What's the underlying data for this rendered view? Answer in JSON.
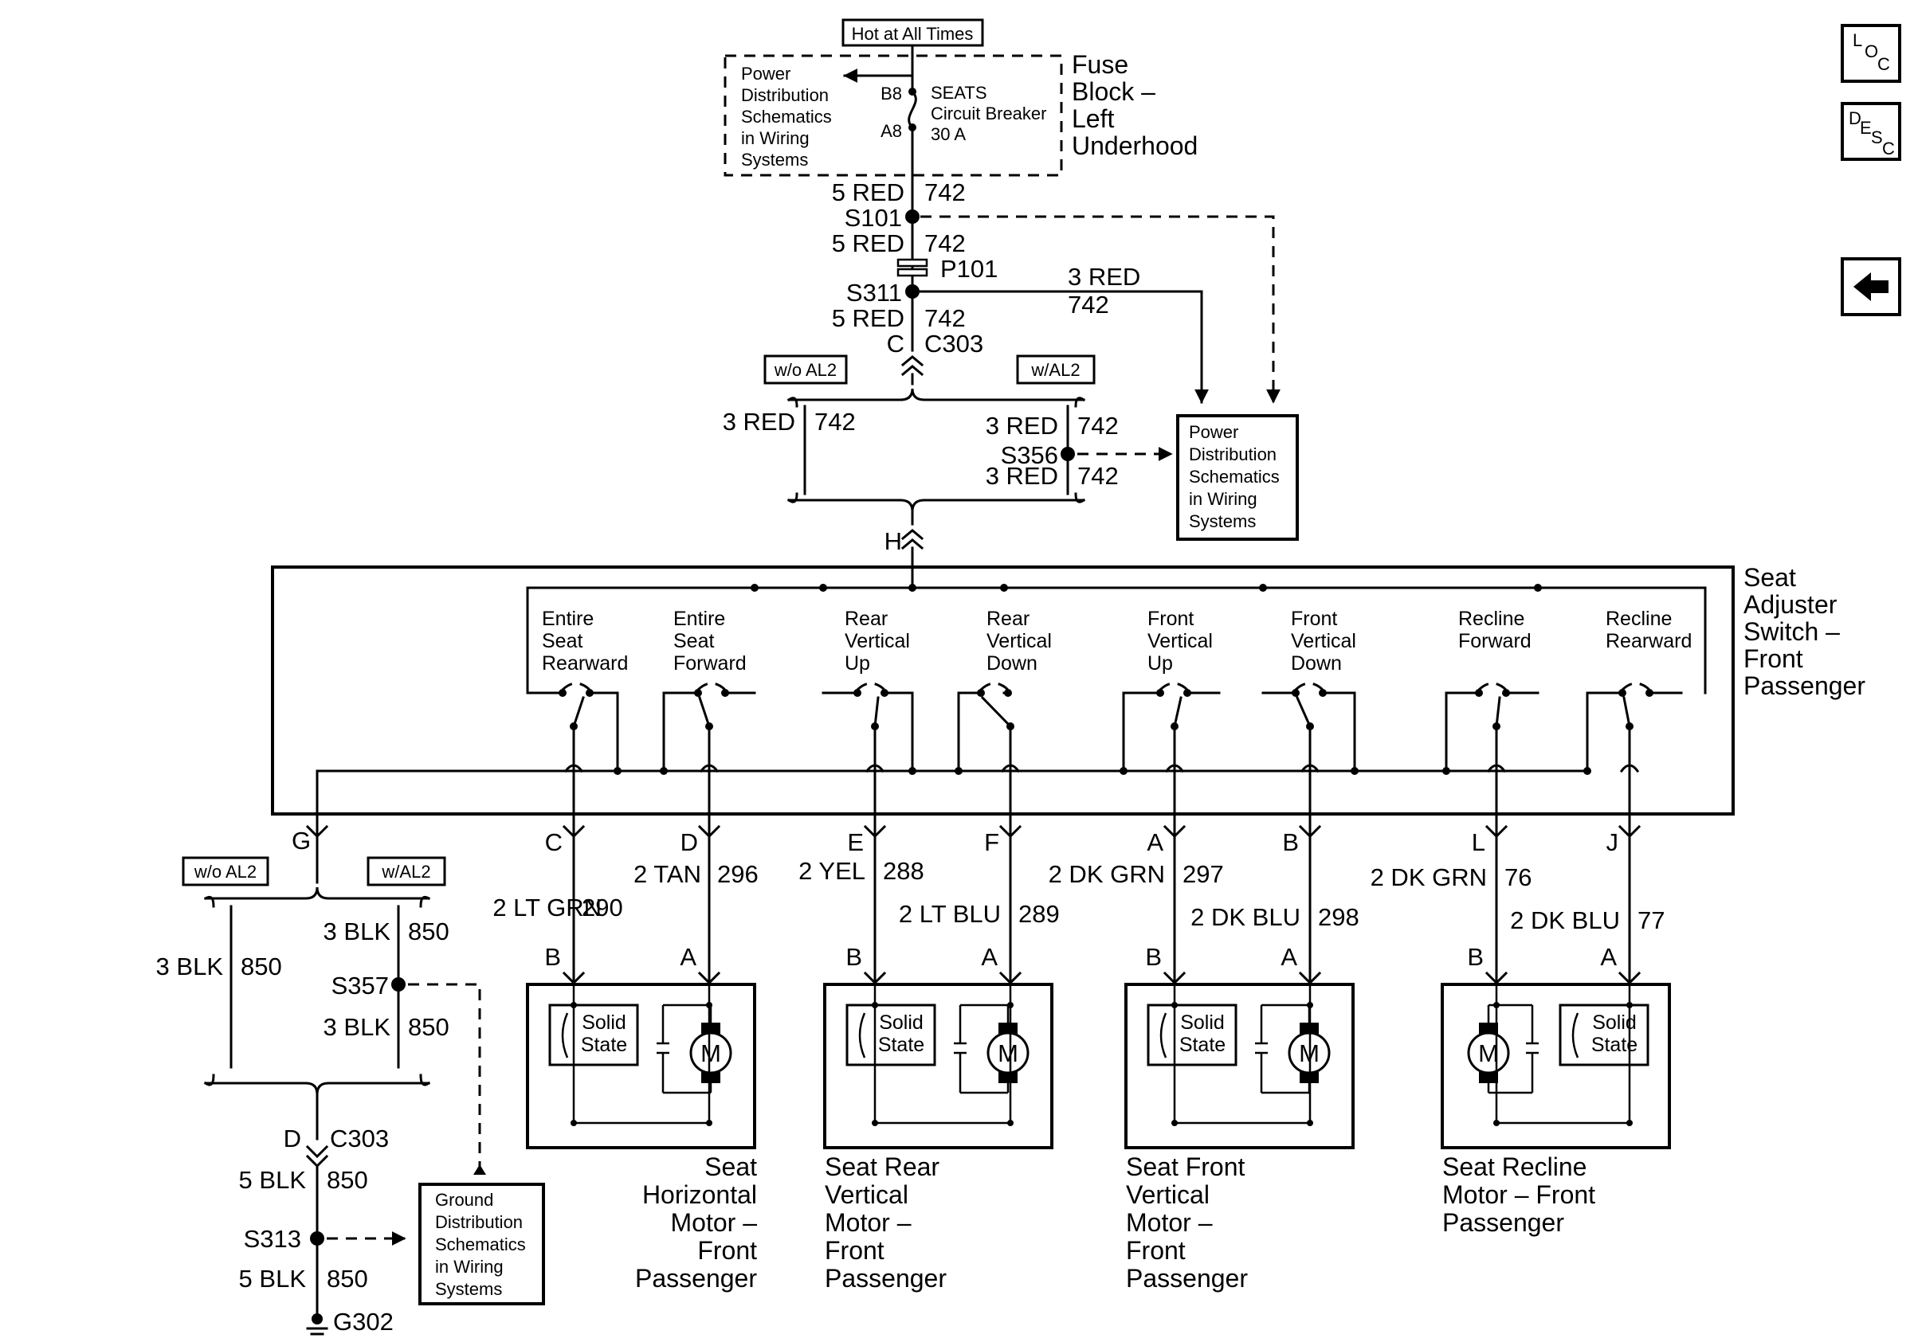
{
  "top": {
    "hot": "Hot at All Times",
    "fuse_block": [
      "Fuse",
      "Block –",
      "Left",
      "Underhood"
    ],
    "pd_note": [
      "Power",
      "Distribution",
      "Schematics",
      "in Wiring",
      "Systems"
    ],
    "pin_b8": "B8",
    "pin_a8": "A8",
    "breaker": [
      "SEATS",
      "Circuit Breaker",
      "30 A"
    ]
  },
  "feed": {
    "w1": "5 RED",
    "c1": "742",
    "s101": "S101",
    "w2": "5 RED",
    "c2": "742",
    "p101": "P101",
    "s311": "S311",
    "w3": "5 RED",
    "c3": "742",
    "branch_w": "3 RED",
    "branch_c": "742",
    "pin_c": "C",
    "c303": "C303"
  },
  "opt_upper": {
    "wo": "w/o AL2",
    "w": "w/AL2",
    "left_w": "3 RED",
    "left_c": "742",
    "r1_w": "3 RED",
    "r1_c": "742",
    "s356": "S356",
    "r2_w": "3 RED",
    "r2_c": "742",
    "pd_note": [
      "Power",
      "Distribution",
      "Schematics",
      "in Wiring",
      "Systems"
    ],
    "pin_h": "H"
  },
  "switch": {
    "name": [
      "Seat",
      "Adjuster",
      "Switch –",
      "Front",
      "Passenger"
    ],
    "pos": [
      [
        "Entire",
        "Seat",
        "Rearward"
      ],
      [
        "Entire",
        "Seat",
        "Forward"
      ],
      [
        "Rear",
        "Vertical",
        "Up"
      ],
      [
        "Rear",
        "Vertical",
        "Down"
      ],
      [
        "Front",
        "Vertical",
        "Up"
      ],
      [
        "Front",
        "Vertical",
        "Down"
      ],
      [
        "Recline",
        "Forward"
      ],
      [
        "Recline",
        "Rearward"
      ]
    ],
    "pins": [
      "G",
      "C",
      "D",
      "E",
      "F",
      "A",
      "B",
      "L",
      "J"
    ]
  },
  "wires": [
    {
      "w": "2 LT GRN",
      "c": "290"
    },
    {
      "w": "2 TAN",
      "c": "296"
    },
    {
      "w": "2 YEL",
      "c": "288"
    },
    {
      "w": "2 LT BLU",
      "c": "289"
    },
    {
      "w": "2 DK GRN",
      "c": "297"
    },
    {
      "w": "2 DK BLU",
      "c": "298"
    },
    {
      "w": "2 DK GRN",
      "c": "76"
    },
    {
      "w": "2 DK BLU",
      "c": "77"
    }
  ],
  "motors": [
    {
      "pin_b": "B",
      "pin_a": "A",
      "ss": [
        "Solid",
        "State"
      ],
      "m": "M",
      "name": [
        "Seat",
        "Horizontal",
        "Motor –",
        "Front",
        "Passenger"
      ]
    },
    {
      "pin_b": "B",
      "pin_a": "A",
      "ss": [
        "Solid",
        "State"
      ],
      "m": "M",
      "name": [
        "Seat Rear",
        "Vertical",
        "Motor –",
        "Front",
        "Passenger"
      ]
    },
    {
      "pin_b": "B",
      "pin_a": "A",
      "ss": [
        "Solid",
        "State"
      ],
      "m": "M",
      "name": [
        "Seat Front",
        "Vertical",
        "Motor –",
        "Front",
        "Passenger"
      ]
    },
    {
      "pin_b": "B",
      "pin_a": "A",
      "ss": [
        "Solid",
        "State"
      ],
      "m": "M",
      "name": [
        "Seat Recline",
        "Motor – Front",
        "Passenger"
      ]
    }
  ],
  "ground": {
    "wo": "w/o AL2",
    "w": "w/AL2",
    "left_w": "3 BLK",
    "left_c": "850",
    "r1_w": "3 BLK",
    "r1_c": "850",
    "s357": "S357",
    "r2_w": "3 BLK",
    "r2_c": "850",
    "pin_d": "D",
    "c303": "C303",
    "w5a": "5 BLK",
    "c5a": "850",
    "s313": "S313",
    "w5b": "5 BLK",
    "c5b": "850",
    "g302": "G302",
    "gd_note": [
      "Ground",
      "Distribution",
      "Schematics",
      "in Wiring",
      "Systems"
    ]
  },
  "nav": {
    "loc": [
      "L",
      "O",
      "C"
    ],
    "desc": [
      "D",
      "E",
      "S",
      "C"
    ],
    "back": "back-arrow-icon"
  }
}
